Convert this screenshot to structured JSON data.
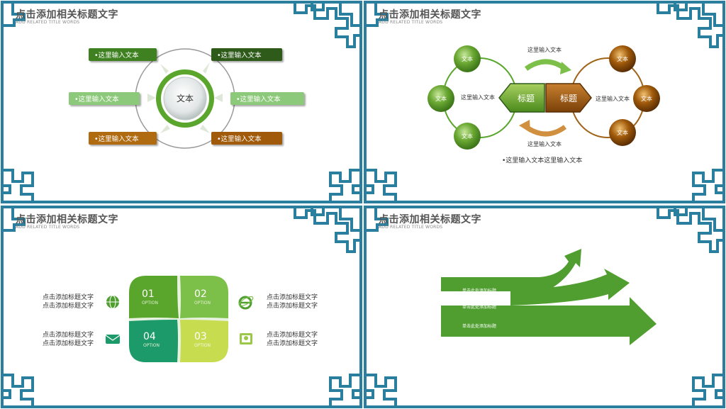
{
  "colors": {
    "frame": "#2a7f9f",
    "green": "#5aa62c",
    "dark_green": "#2e5a1a",
    "light_green": "#8dc97a",
    "brown": "#b06a10",
    "arrow_green": "#4f9e2f"
  },
  "slides": [
    {
      "title": "点击添加相关标题文字",
      "subtitle": "ADD RELATED TITLE WORDS",
      "center": "文本",
      "items": [
        "•这里输入文本",
        "•这里输入文本",
        "•这里输入文本",
        "•这里输入文本",
        "•这里输入文本",
        "•这里输入文本"
      ]
    },
    {
      "title": "点击添加相关标题文字",
      "subtitle": "ADD RELATED TITLE WORDS",
      "left_balls": [
        "文本",
        "文本",
        "文本"
      ],
      "right_balls": [
        "文本",
        "文本",
        "文本"
      ],
      "hex_left": "标题",
      "hex_right": "标题",
      "top_label": "这里输入文本",
      "bottom_label": "这里输入文本",
      "left_label": "这里输入文本",
      "right_label": "这里输入文本",
      "footer": "•这里输入文本这里输入文本"
    },
    {
      "title": "点击添加相关标题文字",
      "subtitle": "ADD RELATED TITLE WORDS",
      "tiles": [
        {
          "num": "01",
          "opt": "OPTION"
        },
        {
          "num": "02",
          "opt": "OPTION"
        },
        {
          "num": "04",
          "opt": "OPTION"
        },
        {
          "num": "03",
          "opt": "OPTION"
        }
      ],
      "left_texts": [
        [
          "点击添加标题文字",
          "点击添加标题文字"
        ],
        [
          "点击添加标题文字",
          "点击添加标题文字"
        ]
      ],
      "right_texts": [
        [
          "点击添加标题文字",
          "点击添加标题文字"
        ],
        [
          "点击添加标题文字",
          "点击添加标题文字"
        ]
      ],
      "icons": [
        "globe-icon",
        "ie-icon",
        "mail-icon",
        "photo-icon"
      ]
    },
    {
      "title": "点击添加相关标题文字",
      "subtitle": "ADD RELATED TITLE WORDS",
      "arrow_labels": [
        "单击此处添加标题",
        "单击此处添加标题",
        "单击此处添加标题"
      ]
    }
  ]
}
